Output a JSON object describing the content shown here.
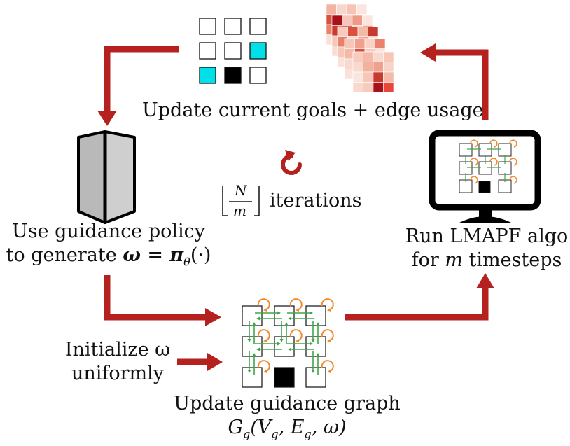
{
  "labels": {
    "update_goals": "Update current goals + edge usage",
    "policy_line1": "Use guidance policy",
    "policy_line2_prefix": "to generate ",
    "policy_line2_math": "ω = π",
    "policy_line2_sub": "θ",
    "policy_line2_suffix": "(·)",
    "iterations_num": "N",
    "iterations_den": "m",
    "iterations_text": "iterations",
    "lmapf_line1": "Run LMAPF algo",
    "lmapf_line2_prefix": "for ",
    "lmapf_line2_math": "m",
    "lmapf_line2_suffix": " timesteps",
    "init_line1": "Initialize ω",
    "init_line2": "uniformly",
    "graph_line1": "Update guidance graph",
    "graph_line2": "G",
    "graph_line2_sub": "g",
    "graph_line2_rest": "(V",
    "graph_line2_sub2": "g",
    "graph_line2_rest2": ", E",
    "graph_line2_sub3": "g",
    "graph_line2_rest3": ", ω)"
  },
  "colors": {
    "arrow": "#b5211e",
    "goal_cell": "#00e0e8",
    "edge_green": "#3fa64a",
    "loop_orange": "#f08a2c",
    "heat_light": "#f7cfc2",
    "heat_dark": "#a8101a"
  },
  "icons": {
    "policy": "server-tower-icon",
    "monitor": "computer-monitor-icon",
    "iterate": "circular-arrow-icon"
  }
}
